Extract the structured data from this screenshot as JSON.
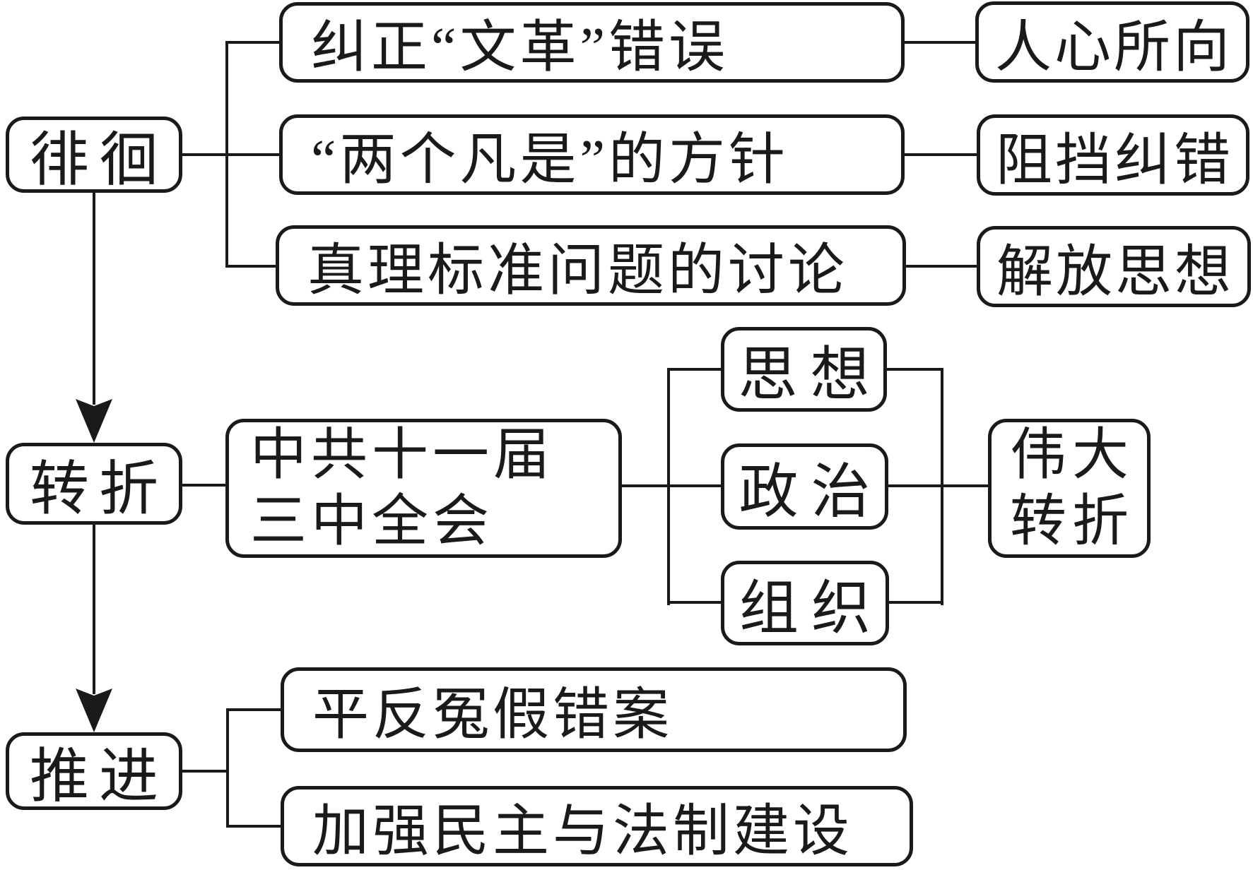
{
  "colors": {
    "ink": "#1a1a1a",
    "background": "#ffffff"
  },
  "stages": [
    {
      "label": "徘徊"
    },
    {
      "label": "转折"
    },
    {
      "label": "推进"
    }
  ],
  "wander": {
    "rows": [
      {
        "cause": "纠正“文革”错误",
        "effect": "人心所向"
      },
      {
        "cause": "“两个凡是”的方针",
        "effect": "阻挡纠错"
      },
      {
        "cause": "真理标准问题的讨论",
        "effect": "解放思想"
      }
    ]
  },
  "turning": {
    "meeting_line1": "中共十一届",
    "meeting_line2": "三中全会",
    "aspects": [
      "思想",
      "政治",
      "组织"
    ],
    "result_line1": "伟大",
    "result_line2": "转折"
  },
  "advance": {
    "items": [
      "平反冤假错案",
      "加强民主与法制建设"
    ]
  }
}
